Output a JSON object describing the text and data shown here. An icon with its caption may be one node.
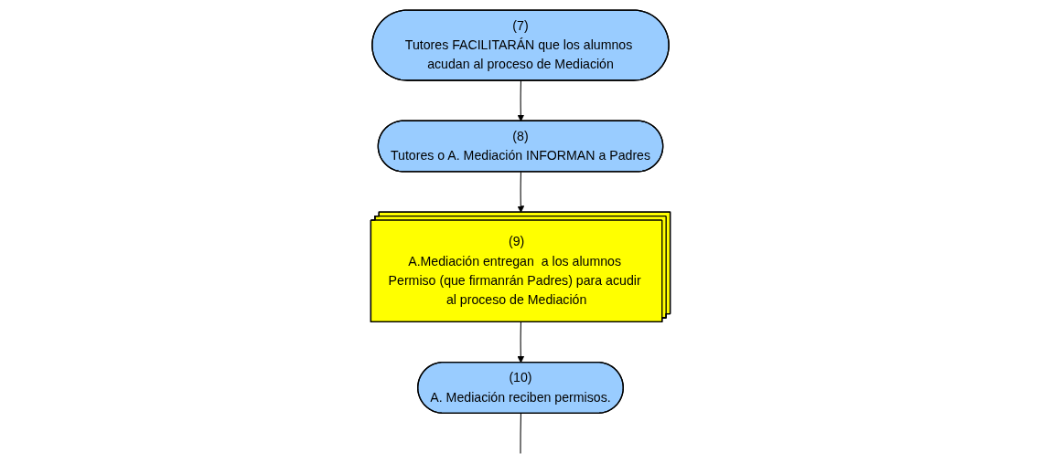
{
  "diagram": {
    "nodes": [
      {
        "text": [
          "(7)",
          "Tutores FACILITARÁN que los alumnos acudan al proceso de Mediación"
        ]
      },
      {
        "text": [
          "(8)",
          "Tutores o A. Mediación INFORMAN a Padres"
        ]
      },
      {
        "text": [
          "(9)",
          "A.Mediación entregan  a los alumnos Permiso (que firmanrán Padres) para acudir al proceso de Mediación"
        ]
      },
      {
        "text": [
          "(10)",
          "A. Mediación reciben permisos."
        ]
      }
    ],
    "edges": [
      {
        "from": 0,
        "to": 1,
        "arrow": "to"
      },
      {
        "from": 1,
        "to": 2,
        "arrow": "to"
      },
      {
        "from": 2,
        "to": 3,
        "arrow": "to"
      },
      {
        "from": 3,
        "to": null,
        "arrow": "none"
      }
    ]
  }
}
